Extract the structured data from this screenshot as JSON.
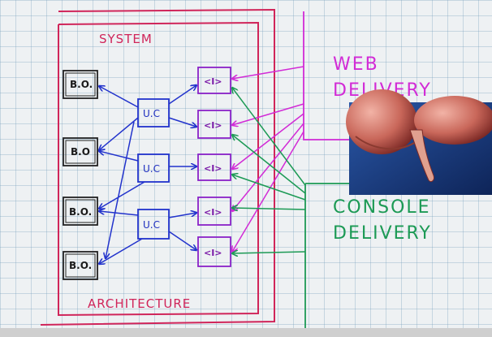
{
  "labels": {
    "system": "SYSTEM",
    "architecture": "ARCHITECTURE",
    "web_delivery_line1": "WEB",
    "web_delivery_line2": "DELIVERY",
    "console_delivery_line1": "CONSOLE",
    "console_delivery_line2": "DELIVERY"
  },
  "business_objects": [
    "B.O.",
    "B.O",
    "B.O.",
    "B.O."
  ],
  "use_cases": [
    "U.C",
    "U.C",
    "U.C"
  ],
  "interfaces": [
    "<I>",
    "<I>",
    "<I>",
    "<I>",
    "<I>"
  ],
  "colors": {
    "system_border": "#d0255a",
    "web": "#d22bd6",
    "console": "#1c9a55",
    "use_case": "#2233cc",
    "interface": "#8a22c8",
    "business_object": "#222222",
    "inset_bg": "#1d3f86"
  }
}
